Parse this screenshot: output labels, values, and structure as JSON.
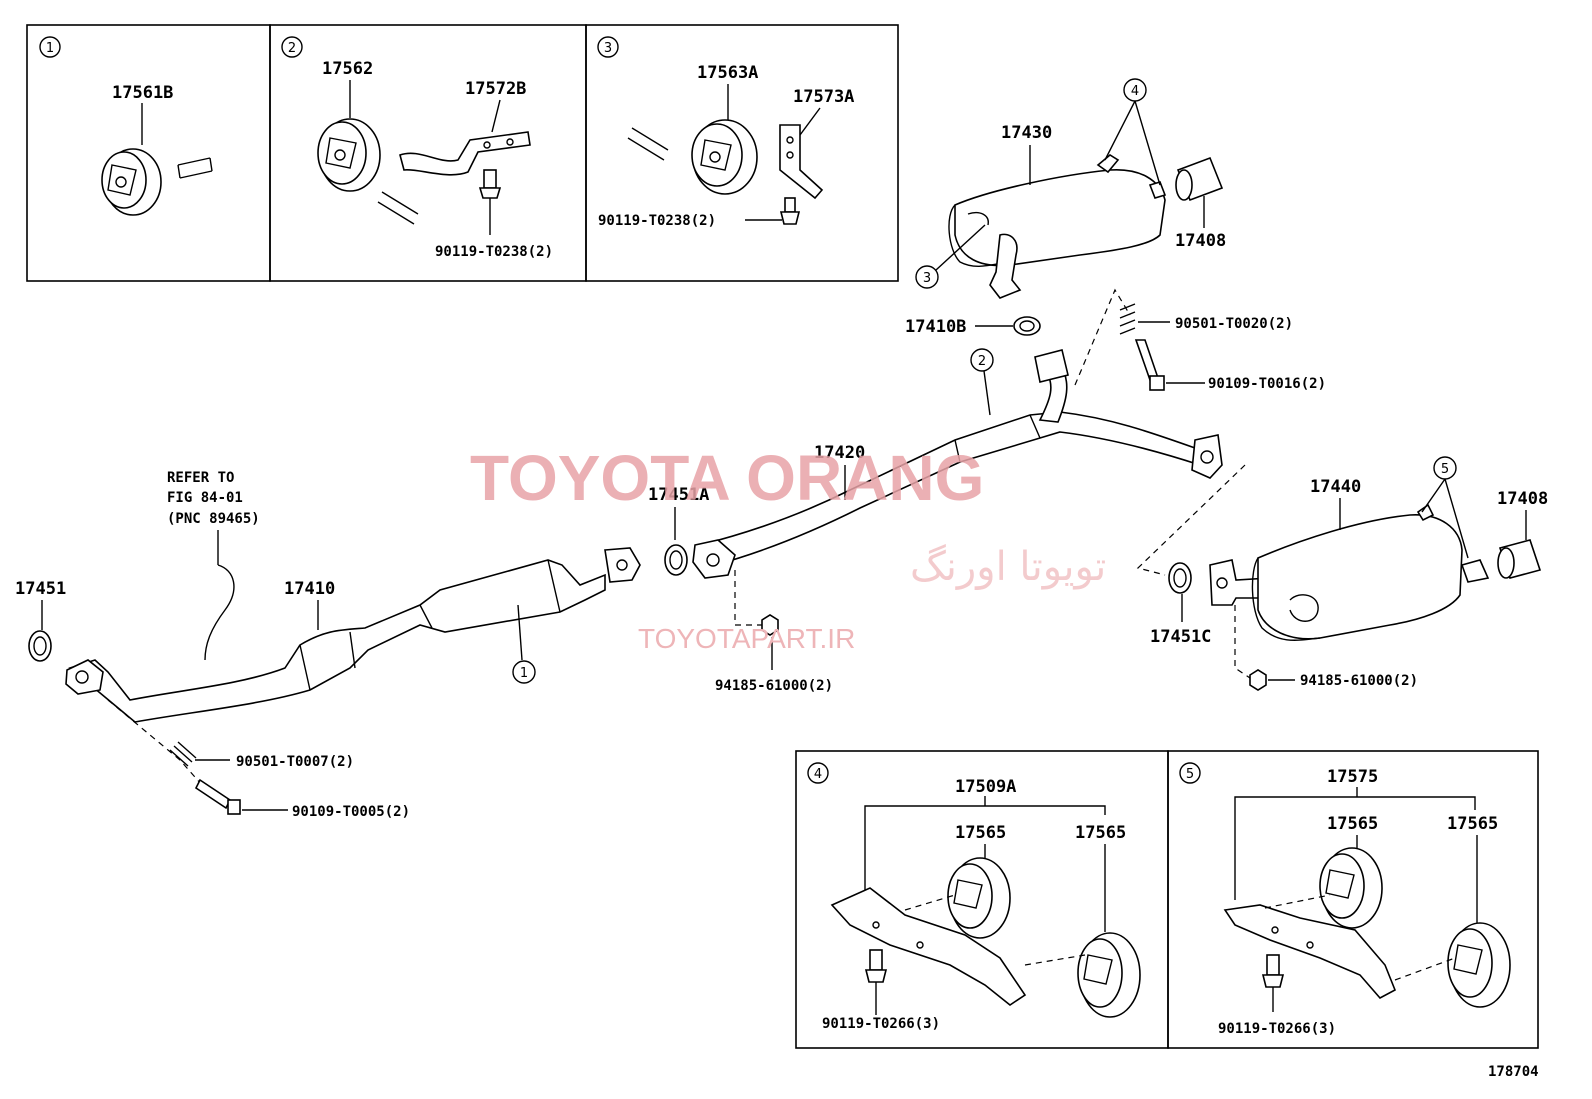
{
  "watermark": {
    "brand": "TOYOTA ORANG",
    "brand_fa": "تویوتا اورنگ",
    "url": "TOYOTAPART.IR"
  },
  "figure_number": "178704",
  "callouts": [
    "1",
    "2",
    "3",
    "4",
    "5"
  ],
  "insets": {
    "inset1": {
      "index": "1",
      "parts": [
        "17561B"
      ]
    },
    "inset2": {
      "index": "2",
      "parts": [
        "17562",
        "17572B",
        "90119-T0238(2)"
      ]
    },
    "inset3": {
      "index": "3",
      "parts": [
        "17563A",
        "17573A",
        "90119-T0238(2)"
      ]
    },
    "inset4": {
      "index": "4",
      "assembly": "17509A",
      "parts": [
        "17565",
        "17565",
        "90119-T0266(3)"
      ]
    },
    "inset5": {
      "index": "5",
      "assembly": "17575",
      "parts": [
        "17565",
        "17565",
        "90119-T0266(3)"
      ]
    }
  },
  "labels": {
    "p17430": "17430",
    "p17408a": "17408",
    "p17408b": "17408",
    "p17410B": "17410B",
    "p90501_T0020": "90501-T0020(2)",
    "p90109_T0016": "90109-T0016(2)",
    "p17420": "17420",
    "p17451A": "17451A",
    "p17440": "17440",
    "p17451C": "17451C",
    "p94185_a": "94185-61000(2)",
    "p94185_b": "94185-61000(2)",
    "p17451": "17451",
    "p17410": "17410",
    "p90501_T0007": "90501-T0007(2)",
    "p90109_T0005": "90109-T0005(2)"
  },
  "reference_note": [
    "REFER TO",
    "FIG 84-01",
    "(PNC 89465)"
  ]
}
